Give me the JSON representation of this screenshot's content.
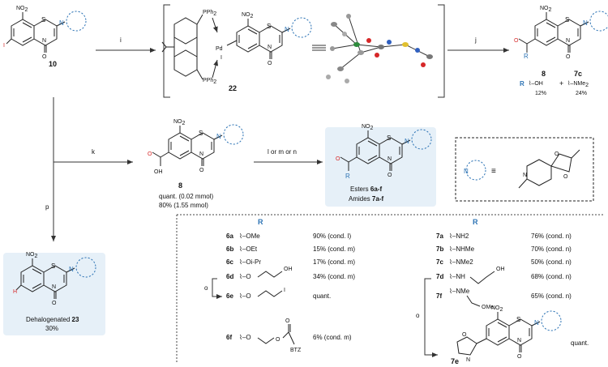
{
  "labels": {
    "compound_10": "10",
    "compound_22": "22",
    "compound_8_top": "8",
    "compound_7c_top": "7c",
    "compound_8_mid": "8",
    "compound_23_label": "Dehalogenated",
    "compound_23_num": "23",
    "compound_23_yield": "30%",
    "esters_label": "Esters",
    "esters_num": "6a-f",
    "amides_label": "Amides",
    "amides_num": "7a-f",
    "quant_line1": "quant.  (0.02 mmol)",
    "quant_line2": "80%  (1.55 mmol)"
  },
  "arrows": {
    "i": "i",
    "j": "j",
    "k": "k",
    "p": "p",
    "lmn": "l or m or n",
    "o1": "o",
    "o2": "o"
  },
  "atoms": {
    "NO2": "NO",
    "NO2_sub": "2",
    "S": "S",
    "N": "N",
    "O": "O",
    "I": "I",
    "H": "H",
    "OH": "OH",
    "R": "R",
    "Pd": "Pd",
    "PPh2": "PPh",
    "PPh2_sub": "2"
  },
  "top_product": {
    "r_label": "R",
    "r1": "OH",
    "plus": "+",
    "r2": "NMe",
    "r2_sub": "2",
    "y1": "12%",
    "y2": "24%"
  },
  "table": {
    "header_left": "R",
    "header_right": "R",
    "esters": [
      {
        "id": "6a",
        "r": "OMe",
        "yield": "90% (cond. l)"
      },
      {
        "id": "6b",
        "r": "OEt",
        "yield": "15% (cond. m)"
      },
      {
        "id": "6c",
        "r": "Oi-Pr",
        "yield": "17% (cond. m)"
      },
      {
        "id": "6d",
        "r": "O–CH2CH2–OH",
        "yield": "34% (cond. m)"
      },
      {
        "id": "6e",
        "r": "O–CH2CH2–I",
        "yield": "quant."
      },
      {
        "id": "6f",
        "r": "O–CH2CH2–OC(O)BTZ",
        "yield": "6% (cond. m)"
      }
    ],
    "amides": [
      {
        "id": "7a",
        "r": "NH2",
        "yield": "76% (cond. n)"
      },
      {
        "id": "7b",
        "r": "NHMe",
        "yield": "70% (cond. n)"
      },
      {
        "id": "7c",
        "r": "NMe2",
        "yield": "50% (cond. n)"
      },
      {
        "id": "7d",
        "r": "NH–CH2CH2–OH",
        "yield": "68% (cond. n)"
      },
      {
        "id": "7f",
        "r": "N(Me)–CH2–OMe",
        "yield": "65% (cond. n)"
      },
      {
        "id": "7e",
        "r": "oxazoline",
        "yield": "quant."
      }
    ],
    "btz": "BTZ",
    "ome": "OMe",
    "nme": "NMe",
    "nh": "NH",
    "i_atom": "I"
  },
  "legend": {
    "equiv_symbol": "≡",
    "N": "N"
  }
}
